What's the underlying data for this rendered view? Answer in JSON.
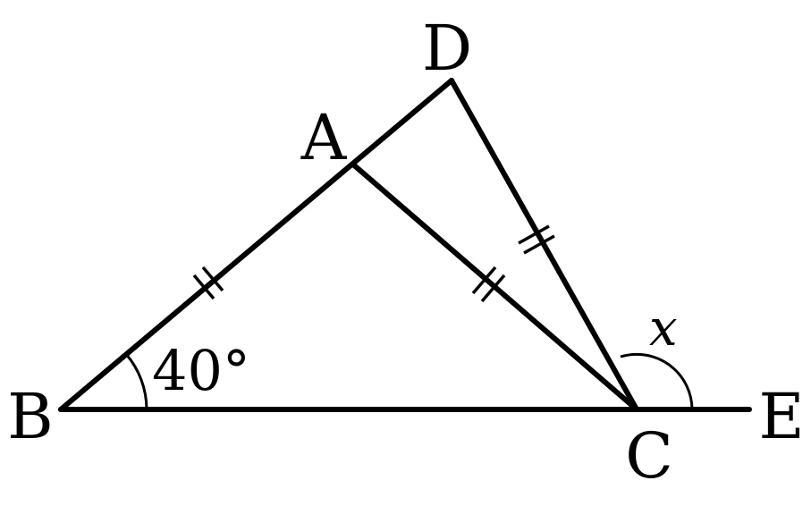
{
  "points": {
    "A": "A",
    "B": "B",
    "C": "C",
    "D": "D",
    "E": "E"
  },
  "angle_label": "40°",
  "unknown_label": "x"
}
